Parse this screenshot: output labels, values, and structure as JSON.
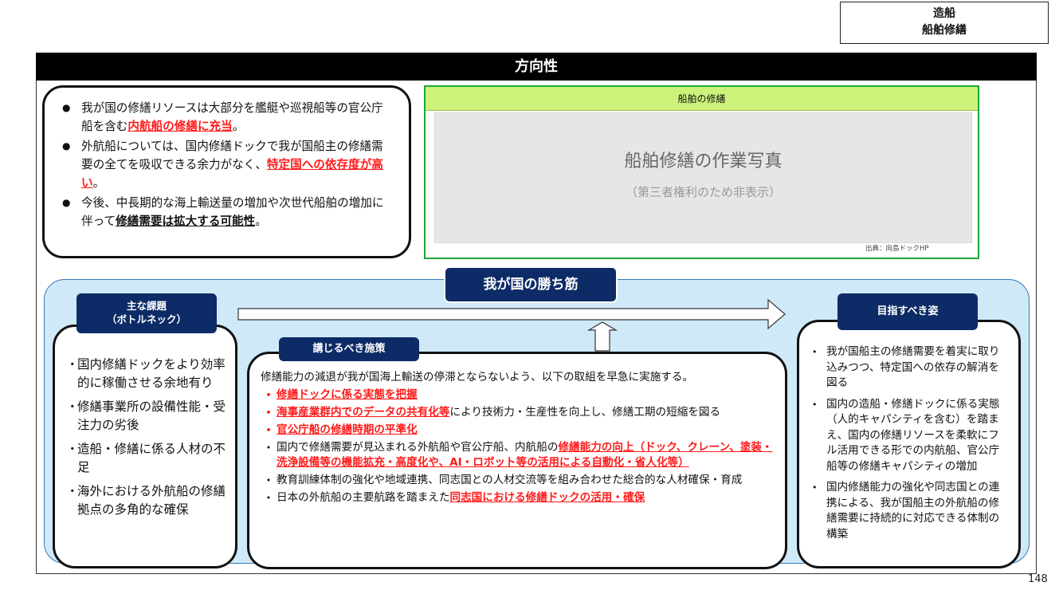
{
  "category_tag": {
    "line1": "造船",
    "line2": "船舶修繕"
  },
  "section_title": "方向性",
  "direction_bullets": [
    {
      "pre": "我が国の修繕リソースは大部分を艦艇や巡視船等の官公庁船を含む",
      "hl": "内航船の修繕に充当",
      "post": "。"
    },
    {
      "pre": "外航船については、国内修繕ドックで我が国船主の修繕需要の全てを吸収できる余力がなく、",
      "hl": "特定国への依存度が高い",
      "post": "。"
    },
    {
      "pre": "今後、中長期的な海上輸送量の増加や次世代船舶の増加に伴って",
      "hl": "修繕需要は拡大する可能性",
      "post": "。"
    }
  ],
  "photo_panel": {
    "header": "船舶の修繕",
    "placeholder_main": "船舶修繕の作業写真",
    "placeholder_sub": "（第三者権利のため非表示）",
    "credit": "出典：向島ドックHP"
  },
  "winning_label": "我が国の勝ち筋",
  "issues": {
    "tag_line1": "主な課題",
    "tag_line2": "（ボトルネック）",
    "items": [
      "国内修繕ドックをより効率的に稼働させる余地有り",
      "修繕事業所の設備性能・受注力の劣後",
      "造船・修繕に係る人材の不足",
      "海外における外航船の修繕拠点の多角的な確保"
    ]
  },
  "measures": {
    "tag": "講じるべき施策",
    "intro": "修繕能力の減退が我が国海上輸送の停滞とならないよう、以下の取組を早急に実施する。",
    "items": [
      {
        "pre": "",
        "hl": "修繕ドックに係る実態を把握",
        "post": "",
        "red_marker": true
      },
      {
        "pre": "",
        "hl": "海事産業群内でのデータの共有化等",
        "post": "により技術力・生産性を向上し、修繕工期の短縮を図る",
        "red_marker": true
      },
      {
        "pre": "",
        "hl": "官公庁船の修繕時期の平準化",
        "post": "",
        "red_marker": true
      },
      {
        "pre": "国内で修繕需要が見込まれる外航船や官公庁船、内航船の",
        "hl": "修繕能力の向上（ドック、クレーン、塗装・洗浄設備等の機能拡充・高度化や、AI・ロボット等の活用による自動化・省人化等）",
        "post": "",
        "red_marker": false
      },
      {
        "pre": "教育訓練体制の強化や地域連携、同志国との人材交流等を組み合わせた総合的な人材確保・育成",
        "hl": "",
        "post": "",
        "red_marker": false
      },
      {
        "pre": "日本の外航船の主要航路を踏まえた",
        "hl": "同志国における修繕ドックの活用・確保",
        "post": "",
        "red_marker": false
      }
    ]
  },
  "goals": {
    "tag": "目指すべき姿",
    "items": [
      "我が国船主の修繕需要を着実に取り込みつつ、特定国への依存の解消を図る",
      "国内の造船・修繕ドックに係る実態（人的キャパシティを含む）を踏まえ、国内の修繕リソースを柔軟にフル活用できる形での内航船、官公庁船等の修繕キャパシティの増加",
      "国内修繕能力の強化や同志国との連携による、我が国船主の外航船の修繕需要に持続的に対応できる体制の構築"
    ]
  },
  "page_number": "148",
  "colors": {
    "navy": "#0d2b66",
    "highlight_red": "#ff1a1a",
    "light_blue": "#cfe9f8",
    "green_border": "#1aa83a",
    "lime_header": "#ccf27a"
  }
}
